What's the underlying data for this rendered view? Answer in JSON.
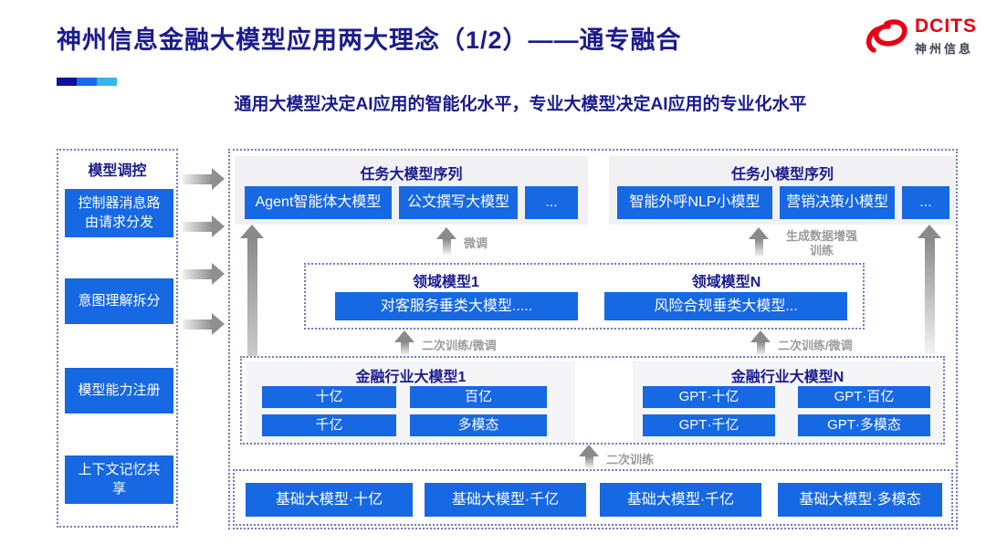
{
  "header": {
    "title": "神州信息金融大模型应用两大理念（1/2）——通专融合",
    "subtitle": "通用大模型决定AI应用的智能化水平，专业大模型决定AI应用的专业化水平",
    "logo": {
      "brand": "DCITS",
      "caption": "神州信息"
    }
  },
  "sidebar": {
    "title": "模型调控",
    "items": [
      {
        "label": "控制器消息路由请求分发"
      },
      {
        "label": "意图理解拆分"
      },
      {
        "label": "模型能力注册"
      },
      {
        "label": "上下文记忆共享"
      }
    ]
  },
  "diagram": {
    "task_large_panel": {
      "title": "任务大模型序列",
      "items": [
        "Agent智能体大模型",
        "公文撰写大模型",
        "..."
      ]
    },
    "task_small_panel": {
      "title": "任务小模型序列",
      "items": [
        "智能外呼NLP小模型",
        "营销决策小模型",
        "..."
      ]
    },
    "domain_panel": {
      "groups": [
        {
          "title": "领域模型1",
          "item": "对客服务垂类大模型....."
        },
        {
          "title": "领域模型N",
          "item": "风险合规垂类大模型..."
        }
      ]
    },
    "industry_panel": {
      "groups": [
        {
          "title": "金融行业大模型1",
          "items": [
            "十亿",
            "百亿",
            "千亿",
            "多模态"
          ]
        },
        {
          "title": "金融行业大模型N",
          "items": [
            "GPT·十亿",
            "GPT·百亿",
            "GPT·千亿",
            "GPT·多模态"
          ]
        }
      ]
    },
    "base_panel": {
      "items": [
        "基础大模型·十亿",
        "基础大模型·千亿",
        "基础大模型·千亿",
        "基础大模型·多模态"
      ]
    },
    "labels": {
      "finetune": "微调",
      "gen_data_line1": "生成数据增强",
      "gen_data_line2": "训练",
      "retrain_finetune_left": "二次训练/微调",
      "retrain_finetune_right": "二次训练/微调",
      "retrain": "二次训练"
    }
  },
  "colors": {
    "button_blue": "#1668e3",
    "navy": "#1b1b8e",
    "brand_red": "#e60012",
    "bar_navy": "#10109a",
    "bar_blue": "#1a6ae6",
    "bar_cyan": "#38b6e8"
  }
}
